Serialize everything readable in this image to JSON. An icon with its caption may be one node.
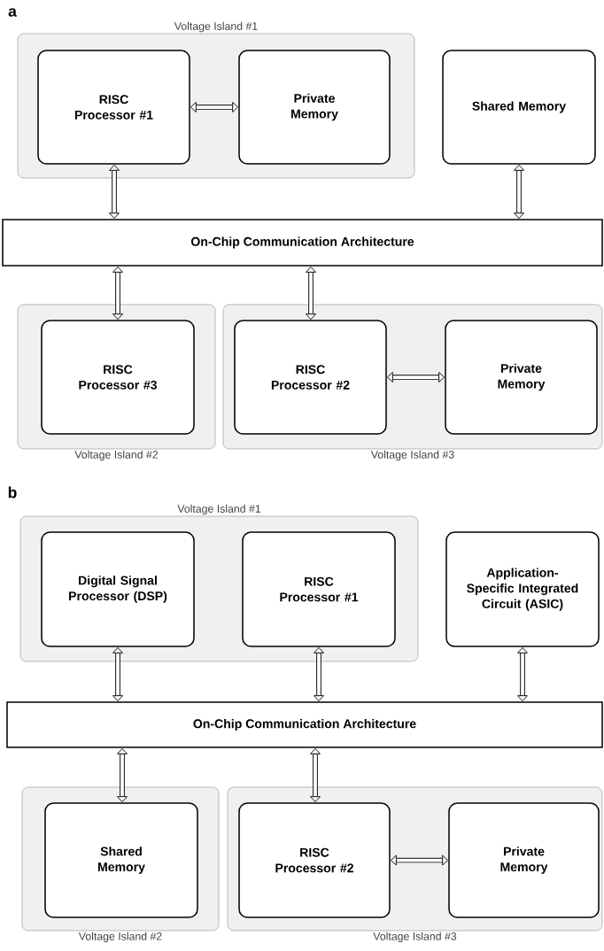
{
  "diagram": {
    "nodes": [
      {
        "text": [
          "Voltage Island #1"
        ]
      },
      {
        "text": [
          "RISC Processor #1"
        ],
        "in": 0
      },
      {
        "text": [
          "Private Memory"
        ],
        "in": 0
      },
      {
        "text": [
          "Shared Memory"
        ]
      },
      {
        "text": [
          "On-Chip Communication Architecture"
        ]
      },
      {
        "text": [
          "Voltage Island #2"
        ]
      },
      {
        "text": [
          "RISC Processor #3"
        ],
        "in": 5
      },
      {
        "text": [
          "Voltage Island #3"
        ]
      },
      {
        "text": [
          "RISC Processor #2"
        ],
        "in": 7
      },
      {
        "text": [
          "Private Memory"
        ],
        "in": 7
      },
      {
        "text": [
          "Voltage Island #1"
        ]
      },
      {
        "text": [
          "Digital Signal Processor (DSP)"
        ],
        "in": 10
      },
      {
        "text": [
          "RISC Processor #1"
        ],
        "in": 10
      },
      {
        "text": [
          "Application-Specific Integrated Circuit (ASIC)"
        ]
      },
      {
        "text": [
          "On-Chip Communication Architecture"
        ]
      },
      {
        "text": [
          "Voltage Island #2"
        ]
      },
      {
        "text": [
          "Shared Memory"
        ],
        "in": 15
      },
      {
        "text": [
          "Voltage Island #3"
        ]
      },
      {
        "text": [
          "RISC Processor #2"
        ],
        "in": 17
      },
      {
        "text": [
          "Private Memory"
        ],
        "in": 17
      }
    ],
    "edges": [
      {
        "from": 1,
        "to": 2,
        "arrow": "both"
      },
      {
        "from": 1,
        "to": 4,
        "arrow": "both"
      },
      {
        "from": 3,
        "to": 4,
        "arrow": "both"
      },
      {
        "from": 4,
        "to": 6,
        "arrow": "both"
      },
      {
        "from": 4,
        "to": 8,
        "arrow": "both"
      },
      {
        "from": 8,
        "to": 9,
        "arrow": "both"
      },
      {
        "from": 11,
        "to": 14,
        "arrow": "both"
      },
      {
        "from": 12,
        "to": 14,
        "arrow": "both"
      },
      {
        "from": 13,
        "to": 14,
        "arrow": "both"
      },
      {
        "from": 14,
        "to": 16,
        "arrow": "both"
      },
      {
        "from": 14,
        "to": 18,
        "arrow": "both"
      },
      {
        "from": 18,
        "to": 19,
        "arrow": "both"
      }
    ],
    "labels": [
      "a",
      "b"
    ]
  }
}
